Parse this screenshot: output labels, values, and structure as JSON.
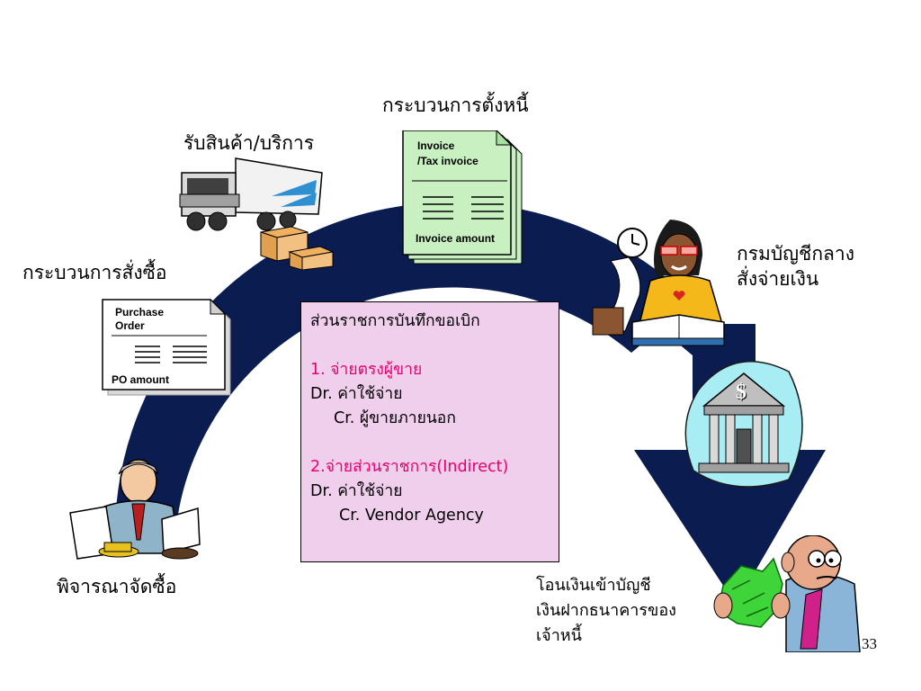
{
  "steps": {
    "purchase_consideration": "พิจารณาจัดซื้อ",
    "purchase_process": "กระบวนการสั่งซื้อ",
    "goods_receipt": "รับสินค้า/บริการ",
    "debt_setup": "กระบวนการตั้งหนี้",
    "comptroller": [
      "กรมบัญชีกลาง",
      "สั่งจ่ายเงิน"
    ],
    "transfer": [
      "โอนเงินเข้าบัญชี",
      "เงินฝากธนาคารของ",
      "เจ้าหนี้"
    ]
  },
  "purchase_order_doc": {
    "title_lines": [
      "Purchase",
      "Order"
    ],
    "amount_label": "PO amount"
  },
  "invoice_doc": {
    "title_lines": [
      "Invoice",
      "/Tax invoice"
    ],
    "amount_label": "Invoice amount"
  },
  "center_box": {
    "heading": "ส่วนราชการบันทึกขอเบิก",
    "option1": {
      "title": "1. จ่ายตรงผู้ขาย",
      "dr": "Dr. ค่าใช้จ่าย",
      "cr": "Cr. ผู้ขายภายนอก"
    },
    "option2": {
      "title": "2.จ่ายส่วนราชการ(Indirect)",
      "dr": "Dr. ค่าใช้จ่าย",
      "cr": "Cr. Vendor Agency"
    }
  },
  "bank_sign": "$",
  "page_number": "33",
  "colors": {
    "arc": "#0b1c50",
    "box_fill": "#f0cfec",
    "highlight_text": "#e8006f",
    "invoice_paper": "#c8f0c0"
  }
}
